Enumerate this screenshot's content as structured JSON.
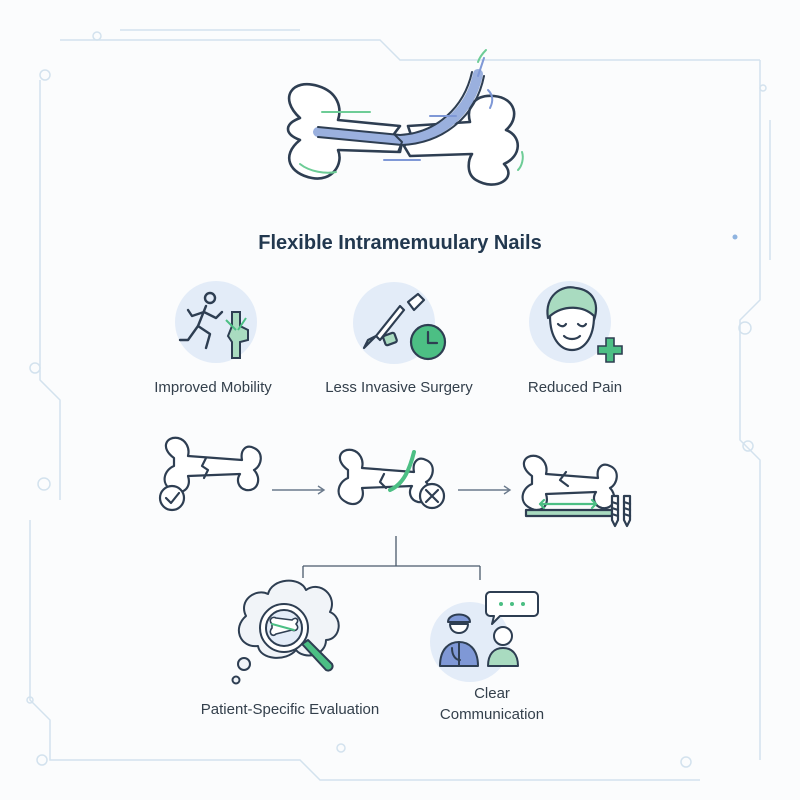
{
  "title": "Flexible Intramemuulary Nails",
  "benefits": [
    {
      "label": "Improved Mobility",
      "icon": "running-person-knee-icon"
    },
    {
      "label": "Less Invasive Surgery",
      "icon": "scalpel-clock-icon"
    },
    {
      "label": "Reduced Pain",
      "icon": "calm-face-plus-icon"
    }
  ],
  "process_icons": [
    "fractured-bone-check-icon",
    "bone-nail-insertion-x-icon",
    "bone-plate-screws-icon"
  ],
  "considerations": [
    {
      "label": "Patient-Specific Evaluation",
      "icon": "thought-bubble-magnifier-bone-icon"
    },
    {
      "label_line1": "Clear",
      "label_line2": "Communication",
      "icon": "doctor-patient-chat-icon"
    }
  ],
  "colors": {
    "outline": "#2e3e52",
    "accent_blue": "#7f98d6",
    "accent_green": "#4cbf84",
    "circle_fill": "#e3ecf8",
    "frame": "#d3e2ee"
  }
}
